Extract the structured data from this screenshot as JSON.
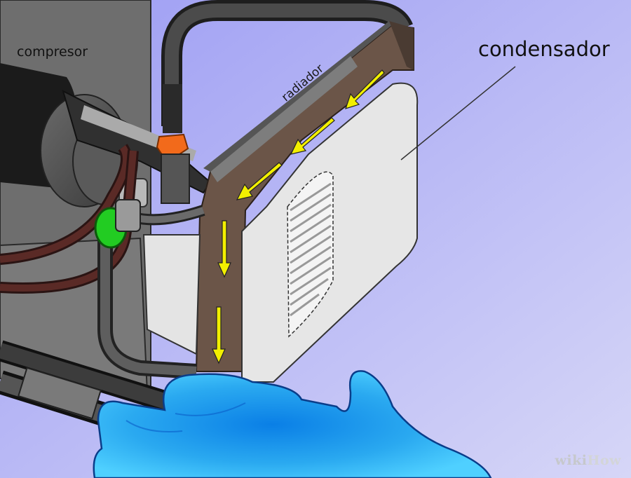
{
  "labels": {
    "compresor": "compresor",
    "radiador": "radiador",
    "condensador": "condensador"
  },
  "watermark": {
    "wiki": "wiki",
    "how": "How"
  },
  "colors": {
    "background": "#a9a9f2",
    "compressor_body": "#4a4a4a",
    "radiator_frame": "#6b5548",
    "condenser_panel": "#e6e6e6",
    "flow_arrows": "#f2ef00",
    "glove": "#2aa9f0",
    "green_fitting": "#22cc22",
    "orange_fitting": "#f26a1b",
    "brown_tube": "#5a2a26"
  }
}
